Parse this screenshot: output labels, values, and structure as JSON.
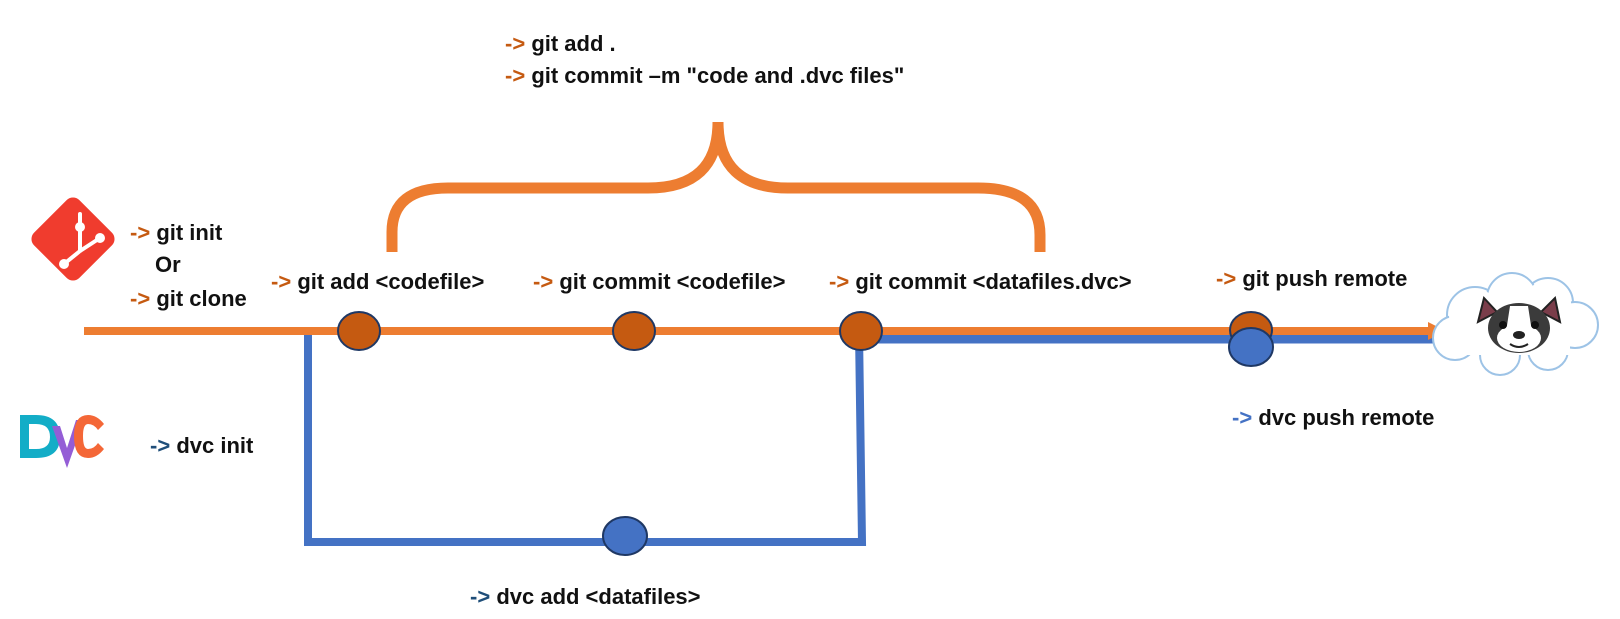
{
  "colors": {
    "git_line": "#ed7d31",
    "dvc_line": "#4472c4",
    "git_node": "#c55a11",
    "dvc_node": "#4472c4",
    "node_stroke": "#1f3864",
    "git_arrow_text": "#c55a11",
    "dvc_arrow_text": "#1f4e79",
    "git_logo": "#f03c2e",
    "dvc_logo_teal": "#13adc7",
    "dvc_logo_purple": "#945dd6",
    "dvc_logo_orange": "#f46737"
  },
  "icons": {
    "git": "git-logo-icon",
    "dvc": "dvc-logo-icon",
    "remote": "cloud-dog-remote-icon"
  },
  "labels": {
    "arrow": "->",
    "top_git_add": "git add .",
    "top_git_commit": "git commit –m \"code and .dvc files\"",
    "git_init": "git init",
    "or": "Or",
    "git_clone": "git clone",
    "git_add_codefile": "git add <codefile>",
    "git_commit_codefile": "git commit <codefile>",
    "git_commit_datafiles": "git commit <datafiles.dvc>",
    "git_push_remote": "git push remote",
    "dvc_push_remote": "dvc push remote",
    "dvc_init": "dvc init",
    "dvc_add_datafiles": "dvc add <datafiles>"
  }
}
